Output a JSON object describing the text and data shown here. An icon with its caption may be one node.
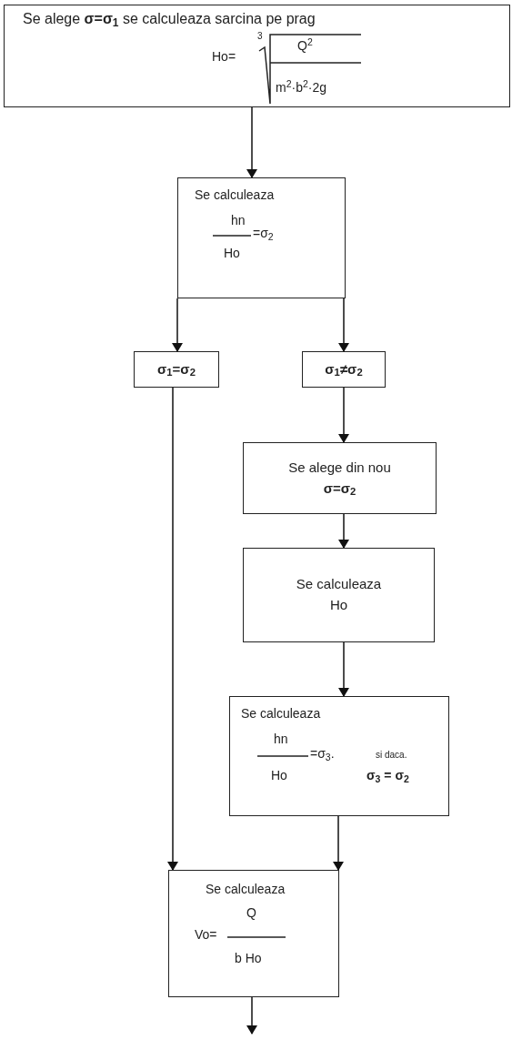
{
  "diagram": {
    "nodes": [
      {
        "text": [
          "Se alege **σ=σ$_{1}$** se calculeaza sarcina pe prag",
          "3",
          "Ho=",
          "Q$^{2}$",
          "m$^{2}$·b$^{2}$·2g"
        ]
      },
      {
        "text": [
          "Se calculeaza",
          "hn",
          "=σ$_{2}$",
          "Ho"
        ]
      },
      {
        "text": [
          "σ$_{1}$=σ$_{2}$"
        ]
      },
      {
        "text": [
          "σ$_{1}$≠σ$_{2}$"
        ]
      },
      {
        "text": [
          "Se alege din nou",
          "σ=σ$_{2}$"
        ]
      },
      {
        "text": [
          "Se calculeaza",
          "Ho"
        ]
      },
      {
        "text": [
          "Se calculeaza",
          "hn",
          "=σ$_{3}$.",
          "Ho",
          "si daca.",
          "σ$_{3}$ = σ$_{2}$"
        ]
      },
      {
        "text": [
          "Se calculeaza",
          "Q",
          "Vo=",
          "b Ho"
        ]
      }
    ],
    "edges": [
      {
        "from": 0,
        "to": 1,
        "arrow": "to"
      },
      {
        "from": 1,
        "to": 2,
        "arrow": "to"
      },
      {
        "from": 1,
        "to": 3,
        "arrow": "to"
      },
      {
        "from": 3,
        "to": 4,
        "arrow": "to"
      },
      {
        "from": 4,
        "to": 5,
        "arrow": "to"
      },
      {
        "from": 5,
        "to": 6,
        "arrow": "to"
      },
      {
        "from": 2,
        "to": 7,
        "arrow": "to"
      },
      {
        "from": 6,
        "to": 7,
        "arrow": "to"
      },
      {
        "from": 7,
        "to": null,
        "arrow": "to"
      }
    ]
  }
}
